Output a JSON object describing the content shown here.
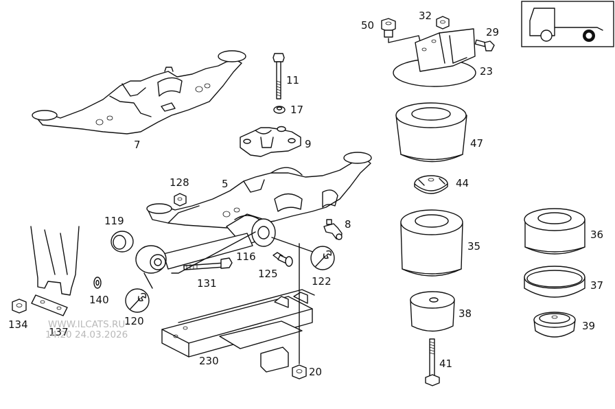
{
  "parts": [
    {
      "id": "p7",
      "label": "7"
    },
    {
      "id": "p11",
      "label": "11"
    },
    {
      "id": "p17",
      "label": "17"
    },
    {
      "id": "p9",
      "label": "9"
    },
    {
      "id": "p5",
      "label": "5"
    },
    {
      "id": "p128",
      "label": "128"
    },
    {
      "id": "p8",
      "label": "8"
    },
    {
      "id": "p119",
      "label": "119"
    },
    {
      "id": "p116",
      "label": "116"
    },
    {
      "id": "p125",
      "label": "125"
    },
    {
      "id": "p122",
      "label": "122"
    },
    {
      "id": "p131",
      "label": "131"
    },
    {
      "id": "p140",
      "label": "140"
    },
    {
      "id": "p120",
      "label": "120"
    },
    {
      "id": "p134",
      "label": "134"
    },
    {
      "id": "p137",
      "label": "137"
    },
    {
      "id": "p230",
      "label": "230"
    },
    {
      "id": "p20",
      "label": "20"
    },
    {
      "id": "p50",
      "label": "50"
    },
    {
      "id": "p32",
      "label": "32"
    },
    {
      "id": "p29",
      "label": "29"
    },
    {
      "id": "p23",
      "label": "23"
    },
    {
      "id": "p47",
      "label": "47"
    },
    {
      "id": "p44",
      "label": "44"
    },
    {
      "id": "p35",
      "label": "35"
    },
    {
      "id": "p38",
      "label": "38"
    },
    {
      "id": "p41",
      "label": "41"
    },
    {
      "id": "p36",
      "label": "36"
    },
    {
      "id": "p37",
      "label": "37"
    },
    {
      "id": "p39",
      "label": "39"
    }
  ],
  "watermark": {
    "site": "WWW.ILCATS.RU",
    "stamp": "14.20 24.03.2026"
  },
  "icons": {
    "wrench": "wrench-icon",
    "vehicle": "truck-icon"
  }
}
